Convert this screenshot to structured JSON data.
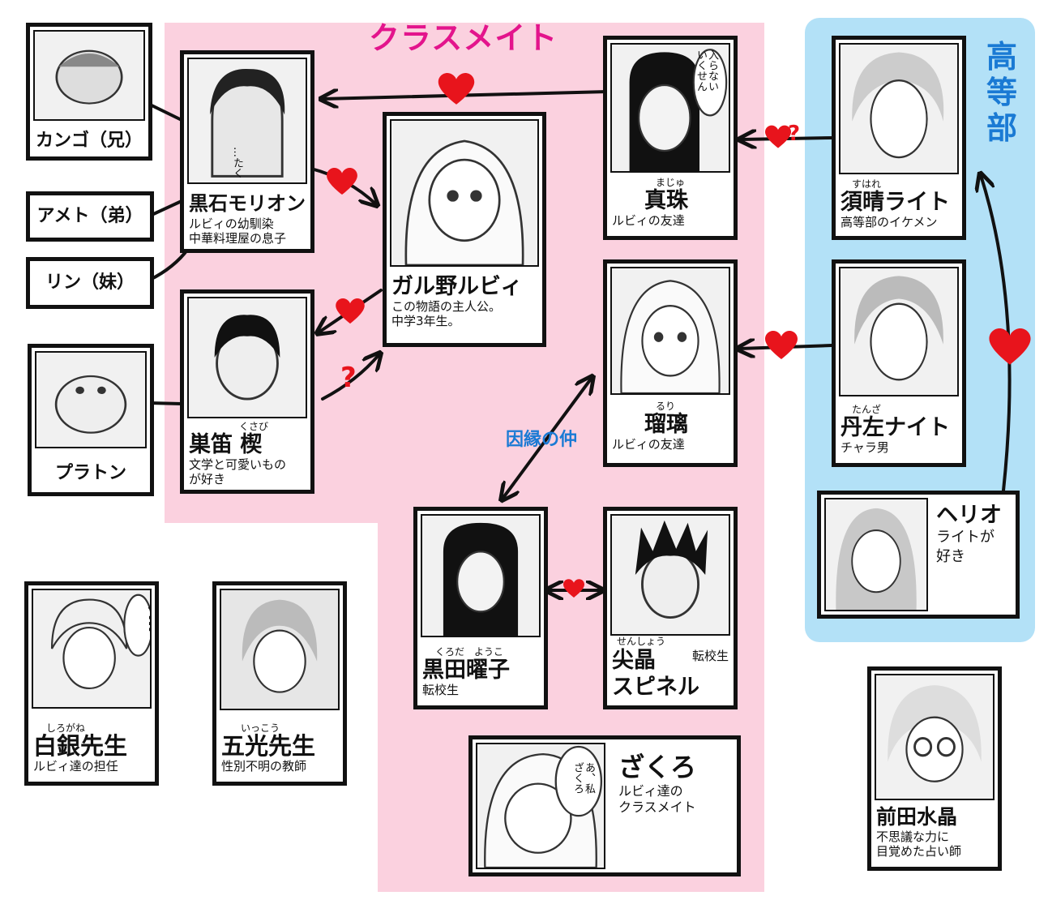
{
  "groups": {
    "classmates": "クラスメイト",
    "highschool": "高等部"
  },
  "relation_labels": {
    "fate_bond": "因縁の仲",
    "question": "?"
  },
  "characters": {
    "kango": {
      "name": "カンゴ（兄）"
    },
    "ameto": {
      "name": "アメト（弟）"
    },
    "rin": {
      "name": "リン（妹）"
    },
    "platon": {
      "name": "プラトン"
    },
    "morion": {
      "name": "黒石モリオン",
      "desc": "ルビィの幼馴染\n中華料理屋の息子",
      "bubble": "…たく"
    },
    "ruby": {
      "name": "ガル野ルビィ",
      "desc": "この物語の主人公。\n中学3年生。"
    },
    "kusabi": {
      "ruby": "くさび",
      "name": "巣笛 楔",
      "desc": "文学と可愛いもの\nが好き"
    },
    "shinju": {
      "ruby": "まじゅ",
      "name": "真珠",
      "desc": "ルビィの友達",
      "bubble": "入らない\nいくせん"
    },
    "ruri": {
      "ruby": "るり",
      "name": "瑠璃",
      "desc": "ルビィの友達"
    },
    "yoko": {
      "ruby": "くろだ　ようこ",
      "name": "黒田曜子",
      "desc": "転校生"
    },
    "spinel": {
      "ruby": "せんしょう",
      "name": "尖晶\nスピネル",
      "desc": "転校生"
    },
    "zakuro": {
      "name": "ざくろ",
      "desc": "ルビィ達の\nクラスメイト",
      "bubble": "あ、私\nざくろ"
    },
    "light": {
      "ruby": "すはれ",
      "name": "須晴ライト",
      "desc": "高等部のイケメン"
    },
    "knight": {
      "ruby": "たんざ",
      "name": "丹左ナイト",
      "desc": "チャラ男"
    },
    "helio": {
      "name": "ヘリオ",
      "desc": "ライトが\n好き"
    },
    "shirogane": {
      "ruby": "しろがね",
      "name": "白銀先生",
      "desc": "ルビィ達の担任",
      "bubble": "ぺ…"
    },
    "ikko": {
      "ruby": "いっこう",
      "name": "五光先生",
      "desc": "性別不明の教師"
    },
    "suisho": {
      "name": "前田水晶",
      "desc": "不思議な力に\n目覚めた占い師"
    }
  },
  "colors": {
    "classmates_bg": "#fbd1df",
    "highschool_bg": "#b3e1f7",
    "classmates_title": "#e3148c",
    "highschool_title": "#1a7ad4",
    "heart": "#e8141c",
    "question": "#e8141c",
    "fate_label": "#1a7ad4"
  },
  "icons": [
    "heart-icon",
    "question-icon",
    "arrow-icon"
  ]
}
